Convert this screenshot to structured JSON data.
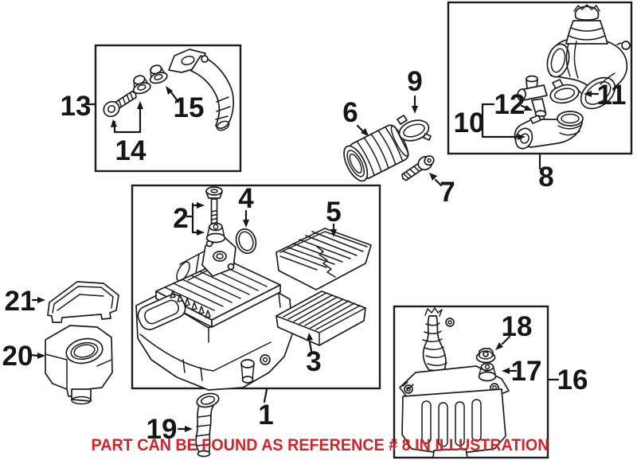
{
  "note": {
    "text": "PART CAN BE FOUND AS REFERENCE # 8 IN ILLUSTRATION"
  },
  "colors": {
    "ink": "#1c1c1c",
    "note_red": "#d2232a",
    "background": "#ffffff"
  },
  "callouts": {
    "c1": "1",
    "c2": "2",
    "c3": "3",
    "c4": "4",
    "c5": "5",
    "c6": "6",
    "c7": "7",
    "c8": "8",
    "c9": "9",
    "c10": "10",
    "c11": "11",
    "c12": "12",
    "c13": "13",
    "c14": "14",
    "c15": "15",
    "c16": "16",
    "c17": "17",
    "c18": "18",
    "c19": "19",
    "c20": "20",
    "c21": "21"
  }
}
